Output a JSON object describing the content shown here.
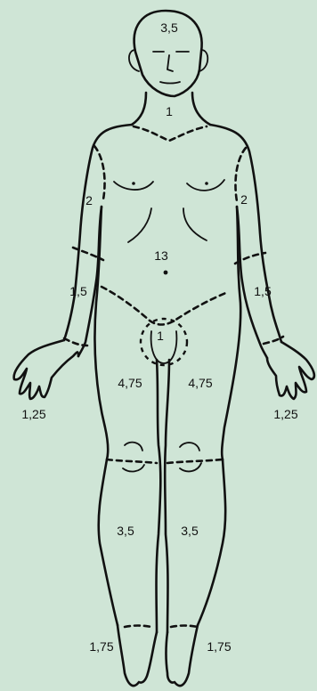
{
  "regions": {
    "head": "3,5",
    "neck": "1",
    "upper_arm_left": "2",
    "upper_arm_right": "2",
    "trunk": "13",
    "forearm_left": "1,5",
    "forearm_right": "1,5",
    "genitals": "1",
    "hand_left": "1,25",
    "hand_right": "1,25",
    "thigh_left": "4,75",
    "thigh_right": "4,75",
    "lower_leg_left": "3,5",
    "lower_leg_right": "3,5",
    "foot_left": "1,75",
    "foot_right": "1,75"
  },
  "colors": {
    "background": "#cfe5d6",
    "line": "#111111"
  }
}
